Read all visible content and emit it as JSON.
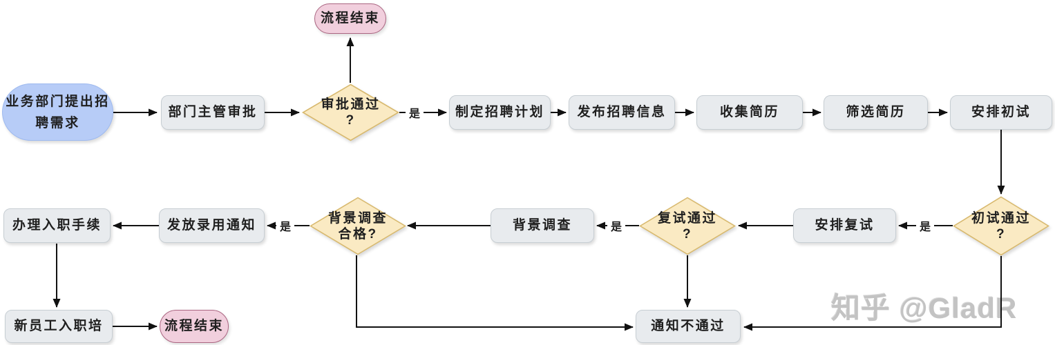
{
  "diagram": {
    "type": "flowchart",
    "topic": "recruitment-process"
  },
  "labels": {
    "yes": "是"
  },
  "watermark": {
    "text": "知乎 @GladR",
    "color": "#c3c3c3"
  },
  "colors": {
    "process_fill": "#e8ebee",
    "process_border": "#c7ced3",
    "decision_fill": "#faeac3",
    "decision_border": "#d8b96e",
    "start_fill": "#b7ccf7",
    "end_fill": "#f1cfdd",
    "end_border": "#aa6480",
    "connector_line": "#111111"
  },
  "nodes": {
    "start": {
      "label": "业务部门提出招聘需求"
    },
    "dept_approval": {
      "label": "部门主管审批"
    },
    "approval_pass": {
      "line1": "审批通过",
      "line2": "?"
    },
    "end_top": {
      "label": "流程结束"
    },
    "plan": {
      "label": "制定招聘计划"
    },
    "publish": {
      "label": "发布招聘信息"
    },
    "collect": {
      "label": "收集简历"
    },
    "screen": {
      "label": "筛选简历"
    },
    "arrange_first": {
      "label": "安排初试"
    },
    "first_pass": {
      "line1": "初试通过",
      "line2": "?"
    },
    "arrange_second": {
      "label": "安排复试"
    },
    "second_pass": {
      "line1": "复试通过",
      "line2": "?"
    },
    "bg_check": {
      "label": "背景调查"
    },
    "bg_pass": {
      "line1": "背景调查",
      "line2": "合格?"
    },
    "offer": {
      "label": "发放录用通知"
    },
    "onboarding": {
      "label": "办理入职手续"
    },
    "training": {
      "label": "新员工入职培"
    },
    "end_bottom": {
      "label": "流程结束"
    },
    "reject": {
      "label": "通知不通过"
    }
  }
}
